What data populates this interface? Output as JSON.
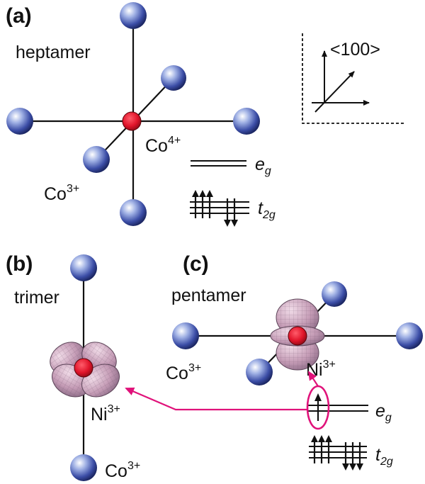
{
  "panel_a": {
    "letter": "(a)",
    "name": "heptamer",
    "center_ion": "Co",
    "center_charge": "4+",
    "neighbor_ion": "Co",
    "neighbor_charge": "3+",
    "axes_label": "<100>",
    "eg_main": "e",
    "eg_sub": "g",
    "t2g_main": "t",
    "t2g_sub": "2g"
  },
  "panel_b": {
    "letter": "(b)",
    "name": "trimer",
    "center_ion": "Ni",
    "center_charge": "3+",
    "neighbor_ion": "Co",
    "neighbor_charge": "3+"
  },
  "panel_c": {
    "letter": "(c)",
    "name": "pentamer",
    "center_ion": "Ni",
    "center_charge": "3+",
    "neighbor_ion": "Co",
    "neighbor_charge": "3+",
    "eg_main": "e",
    "eg_sub": "g",
    "t2g_main": "t",
    "t2g_sub": "2g"
  },
  "colors": {
    "center_atom": "#e0142a",
    "neighbor_atom": "#2c3f9a",
    "orbital": "#c8a0b8",
    "arrow": "#e0127a"
  }
}
